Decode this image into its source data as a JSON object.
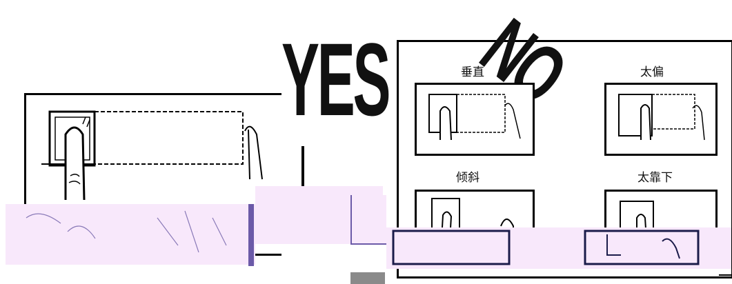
{
  "yes_section": {
    "heading": "YES"
  },
  "no_section": {
    "heading": "NO",
    "examples": [
      {
        "label": "垂直"
      },
      {
        "label": "太偏"
      },
      {
        "label": "倾斜"
      },
      {
        "label": "太靠下"
      }
    ]
  },
  "colors": {
    "ink": "#111111",
    "glitch": "#f8e8fb",
    "glitch_line": "#6b5aa8"
  }
}
